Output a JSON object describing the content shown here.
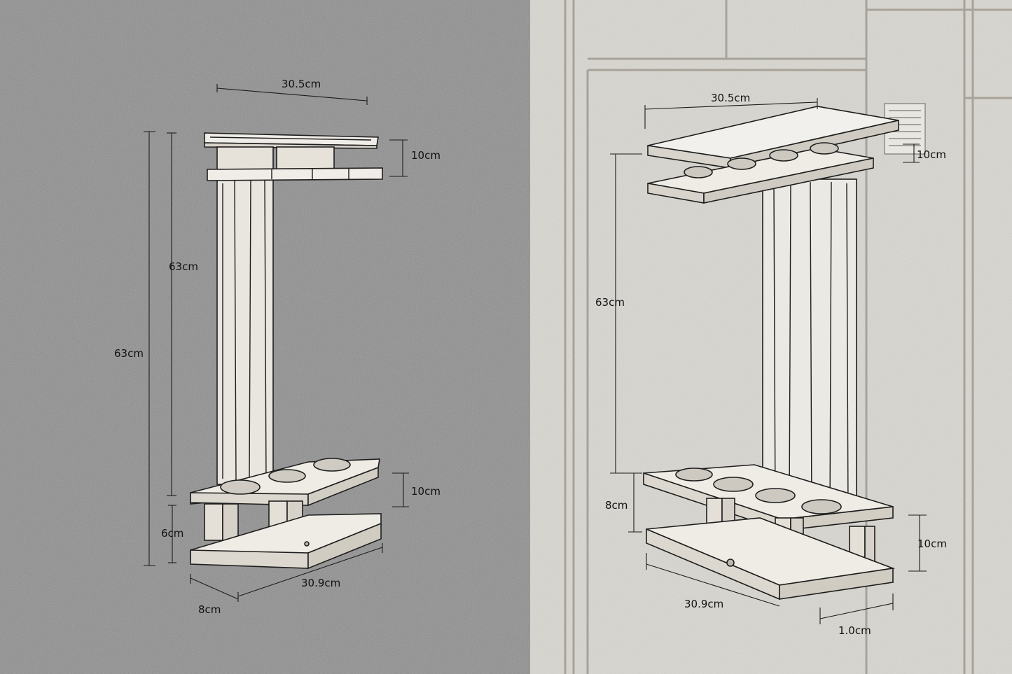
{
  "left_drawing": {
    "top_width": "30.5cm",
    "top_gap": "10cm",
    "post_height_inner": "63cm",
    "total_height": "63cm",
    "bottom_gap": "10cm",
    "base_gap": "6cm",
    "base_length": "30.9cm",
    "base_depth": "8cm"
  },
  "right_drawing": {
    "top_width": "30.5cm",
    "top_gap": "10cm",
    "post_height": "63cm",
    "bottom_gap_left": "8cm",
    "bottom_gap_right": "10cm",
    "base_length": "30.9cm",
    "base_depth": "1.0cm"
  },
  "colors": {
    "left_bg": "#8f8f8f",
    "right_bg": "#d8d6d0",
    "wood": "#efece6",
    "line": "#1c1c1c"
  }
}
